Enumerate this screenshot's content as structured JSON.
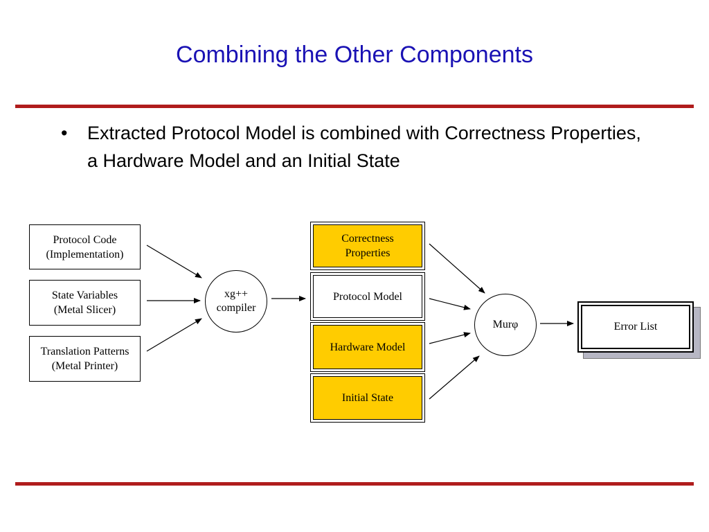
{
  "slide": {
    "title": "Combining the Other Components",
    "bullet": "Extracted Protocol Model is combined with Correctness Properties, a Hardware Model and an Initial State"
  },
  "diagram": {
    "inputs": [
      {
        "line1": "Protocol Code",
        "line2": "(Implementation)"
      },
      {
        "line1": "State Variables",
        "line2": "(Metal Slicer)"
      },
      {
        "line1": "Translation Patterns",
        "line2": "(Metal Printer)"
      }
    ],
    "compiler": {
      "line1": "xg++",
      "line2": "compiler"
    },
    "models": {
      "correctness_line1": "Correctness",
      "correctness_line2": "Properties",
      "protocol_model": "Protocol Model",
      "hardware_model": "Hardware Model",
      "initial_state": "Initial State"
    },
    "checker": "Murφ",
    "output": "Error List"
  },
  "colors": {
    "title": "#1a12b4",
    "rule": "#b01c1c",
    "highlight_box": "#ffcc00",
    "shadow": "#b7b7c4"
  }
}
